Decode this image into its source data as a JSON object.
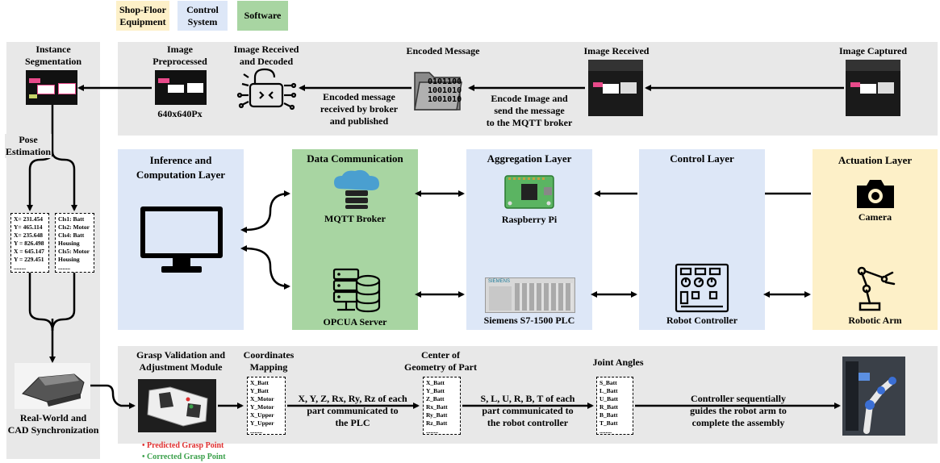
{
  "legend": {
    "shop_floor": [
      "Shop-Floor",
      "Equipment"
    ],
    "control_system": [
      "Control",
      "System"
    ],
    "software": "Software"
  },
  "colors": {
    "shop_floor": "#fdf0c8",
    "control": "#dde7f7",
    "software": "#a8d5a2",
    "grey_panel": "#e8e8e8",
    "predicted": "#e03030",
    "corrected": "#3aa04a"
  },
  "top_row": {
    "instance_segmentation": [
      "Instance",
      "Segmentation"
    ],
    "image_preprocessed": [
      "Image",
      "Preprocessed"
    ],
    "size_label": "640x640Px",
    "image_received_decoded": [
      "Image Received",
      "and Decoded"
    ],
    "encoded_message": "Encoded Message",
    "binary_lines": [
      "0101100",
      "1001010",
      "1001010"
    ],
    "broker_text": [
      "Encoded message",
      "received by broker",
      "and published"
    ],
    "encode_text": [
      "Encode Image and",
      "send the message",
      "to the MQTT broker"
    ],
    "image_received": "Image Received",
    "image_captured": "Image Captured"
  },
  "left_column": {
    "pose_estimation": [
      "Pose",
      "Estimation"
    ],
    "coords": [
      "X= 231.454",
      "Y= 465.114",
      "X= 235.648",
      "Y = 826.498",
      "X = 645.147",
      "Y = 229.451",
      "........"
    ],
    "classes": [
      "Cls1: Batt",
      "Cls2: Motor",
      "Cls4: Batt",
      "Housing",
      "Cls5: Motor",
      "Housing",
      "........"
    ],
    "real_world": [
      "Real-World and",
      "CAD Synchronization"
    ]
  },
  "middle_row": {
    "inference": [
      "Inference and",
      "Computation Layer"
    ],
    "data_comm": "Data Communication",
    "mqtt": "MQTT Broker",
    "opcua": "OPCUA Server",
    "aggregation": "Aggregation Layer",
    "raspberry": "Raspberry Pi",
    "siemens": "Siemens S7-1500 PLC",
    "siemens_tag": "SIEMENS",
    "control_layer": "Control Layer",
    "robot_controller": "Robot Controller",
    "actuation": "Actuation Layer",
    "camera": "Camera",
    "robotic_arm": "Robotic Arm"
  },
  "bottom_row": {
    "grasp": [
      "Grasp Validation and",
      "Adjustment Module"
    ],
    "coord_mapping": [
      "Coordinates",
      "Mapping"
    ],
    "coord_list": [
      "X_Batt",
      "Y_Batt",
      "X_Motor",
      "Y_Motor",
      "X_Upper",
      "Y_Upper",
      "........"
    ],
    "xyz_text": [
      "X, Y, Z, Rx, Ry, Rz of each",
      "part communicated to",
      "the PLC"
    ],
    "center_geom": [
      "Center of",
      "Geometry of Part"
    ],
    "center_list": [
      "X_Batt",
      "Y_Batt",
      "Z_Batt",
      "Rx_Batt",
      "Ry_Batt",
      "Rz_Batt",
      "........"
    ],
    "slurbt_text": [
      "S, L, U, R, B, T of each",
      "part communicated to",
      "the robot controller"
    ],
    "joint_angles": "Joint Angles",
    "joint_list": [
      "S_Batt",
      "L_Batt",
      "U_Batt",
      "R_Batt",
      "B_Batt",
      "T_Batt",
      "........"
    ],
    "controller_text": [
      "Controller sequentially",
      "guides the robot arm to",
      "complete the assembly"
    ],
    "predicted": "• Predicted Grasp Point",
    "corrected": "• Corrected Grasp Point"
  }
}
